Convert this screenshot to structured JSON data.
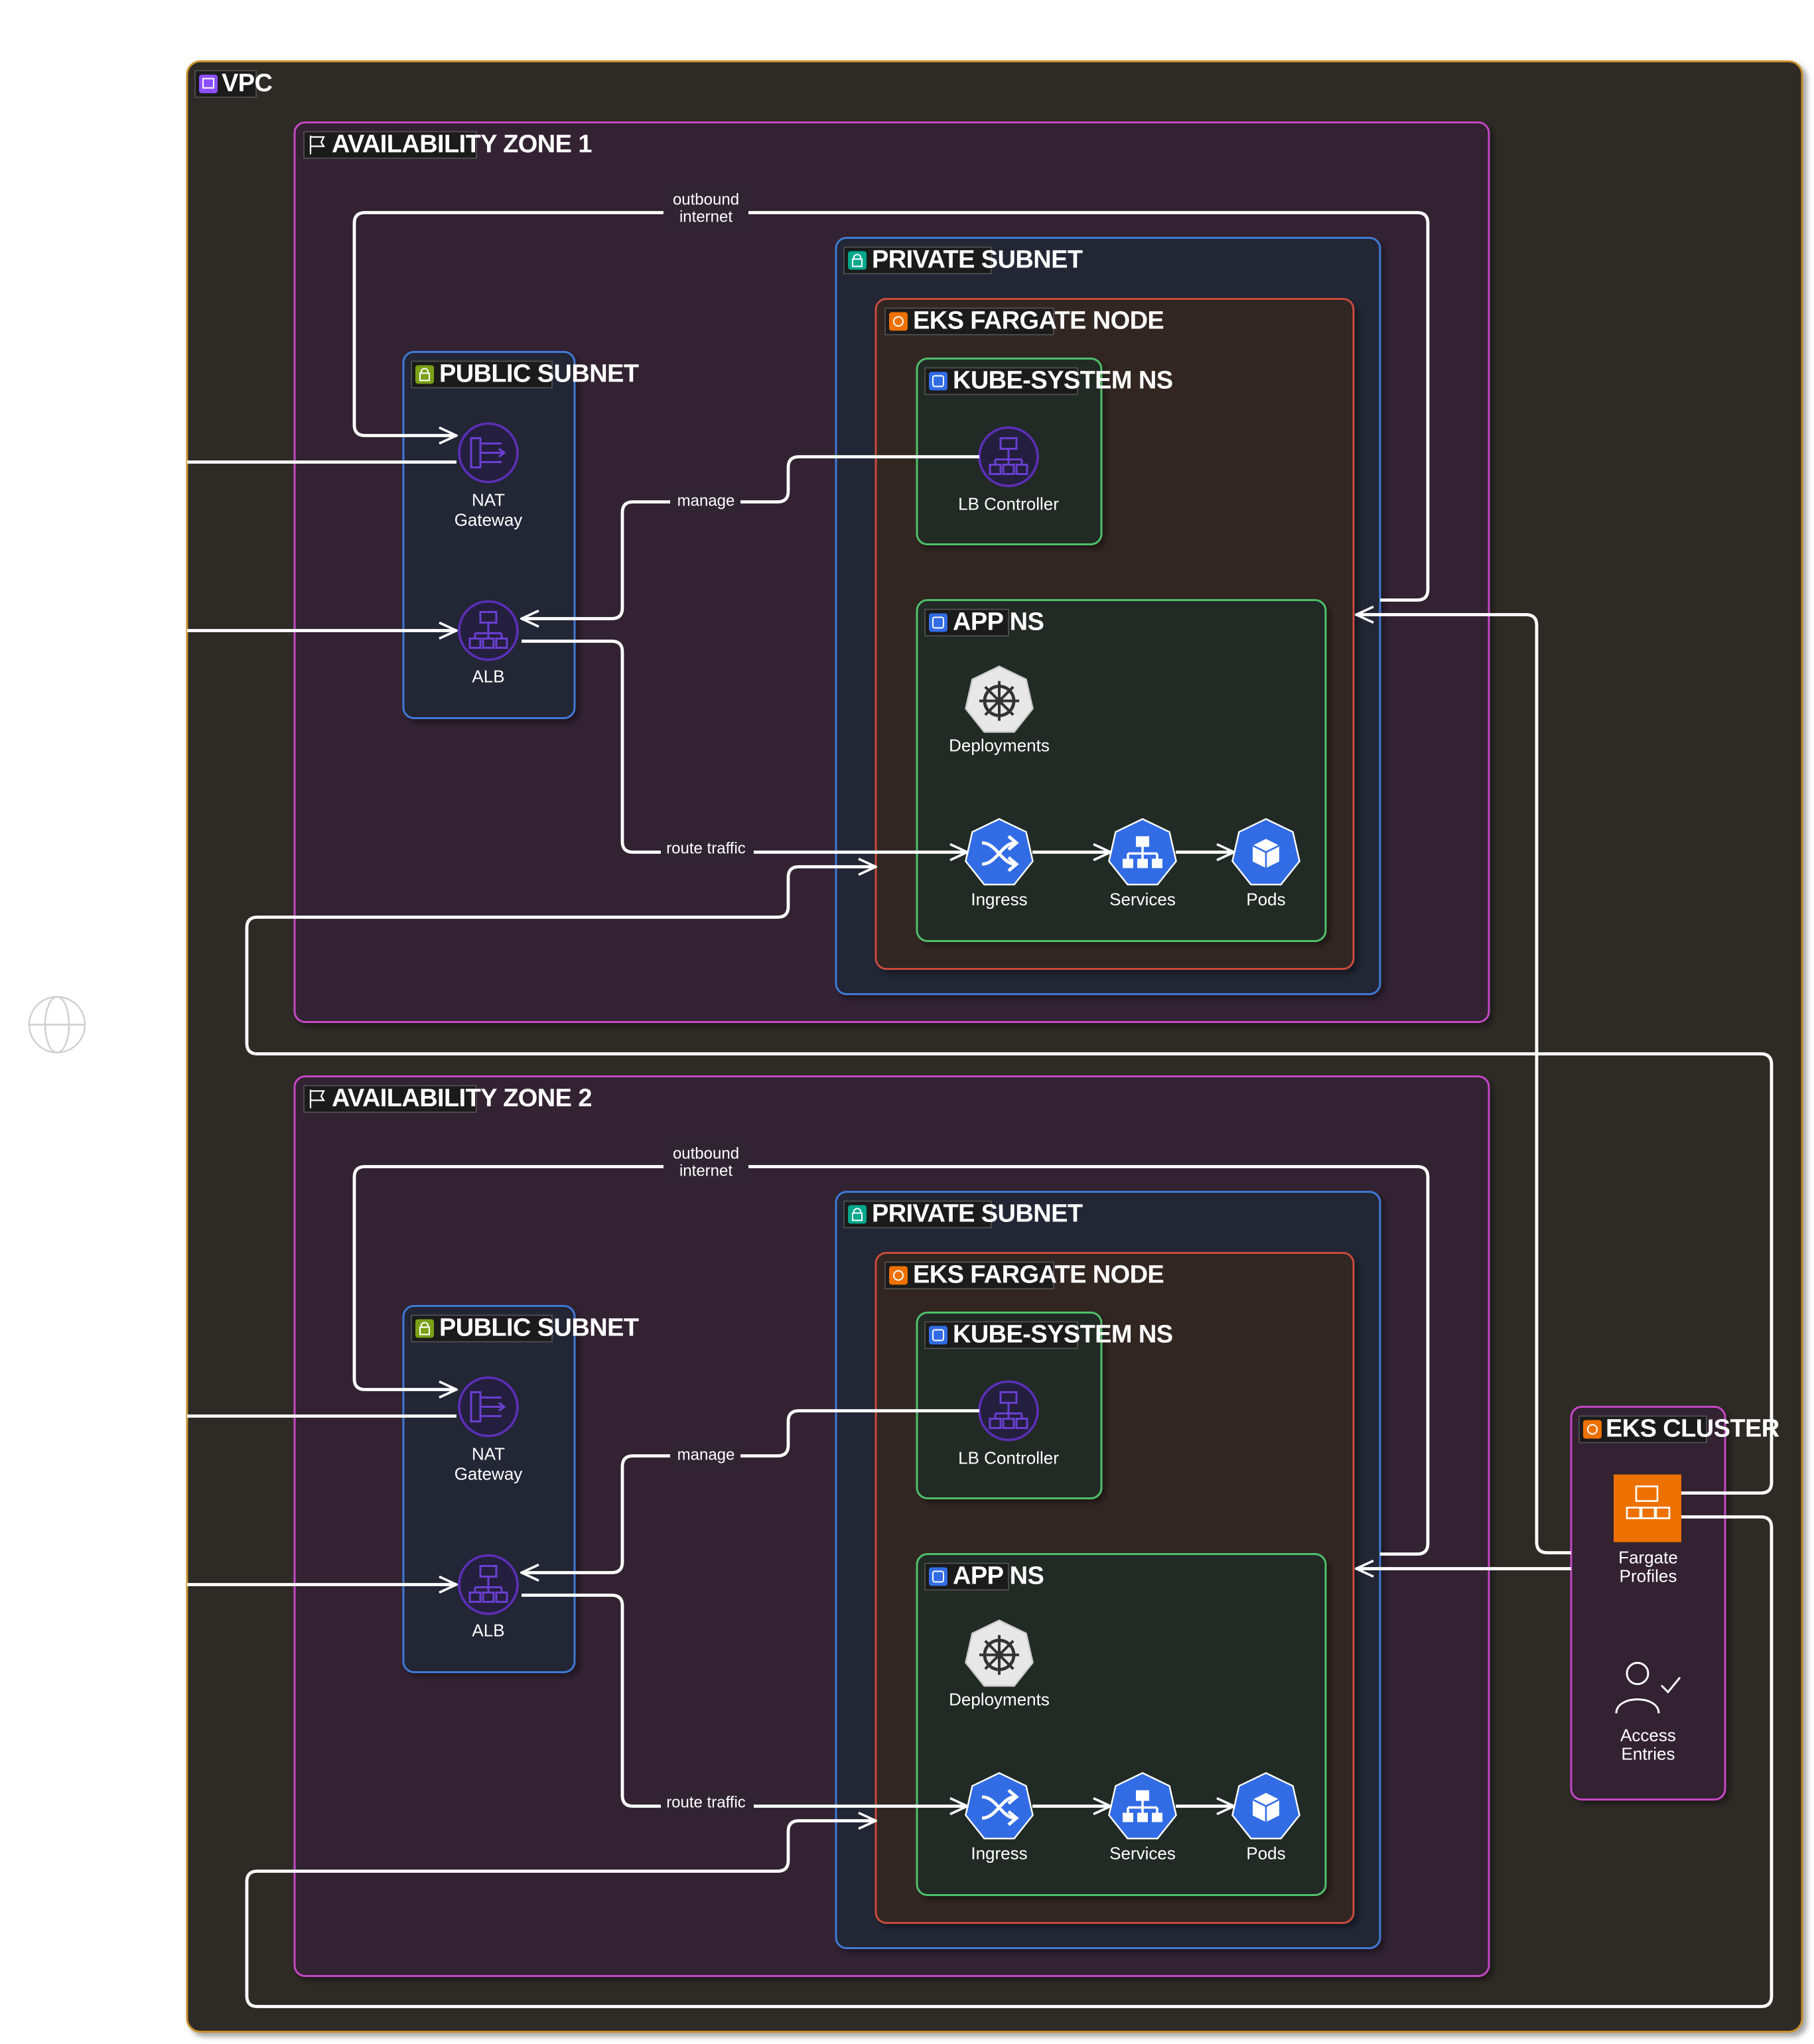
{
  "vpc": {
    "label": "VPC"
  },
  "zones": [
    {
      "label": "AVAILABILITY ZONE 1",
      "public_subnet": {
        "label": "PUBLIC SUBNET",
        "nat": [
          "NAT",
          "Gateway"
        ],
        "alb": "ALB"
      },
      "private_subnet": {
        "label": "PRIVATE SUBNET"
      },
      "fargate_node": {
        "label": "EKS FARGATE NODE"
      },
      "kube_system_ns": {
        "label": "KUBE-SYSTEM NS",
        "lb_controller": "LB Controller"
      },
      "app_ns": {
        "label": "APP NS",
        "deployments": "Deployments",
        "ingress": "Ingress",
        "services": "Services",
        "pods": "Pods"
      },
      "edges": {
        "outbound": [
          "outbound",
          "internet"
        ],
        "manage": "manage",
        "route": "route traffic"
      }
    },
    {
      "label": "AVAILABILITY ZONE 2",
      "public_subnet": {
        "label": "PUBLIC SUBNET",
        "nat": [
          "NAT",
          "Gateway"
        ],
        "alb": "ALB"
      },
      "private_subnet": {
        "label": "PRIVATE SUBNET"
      },
      "fargate_node": {
        "label": "EKS FARGATE NODE"
      },
      "kube_system_ns": {
        "label": "KUBE-SYSTEM NS",
        "lb_controller": "LB Controller"
      },
      "app_ns": {
        "label": "APP NS",
        "deployments": "Deployments",
        "ingress": "Ingress",
        "services": "Services",
        "pods": "Pods"
      },
      "edges": {
        "outbound": [
          "outbound",
          "internet"
        ],
        "manage": "manage",
        "route": "route traffic"
      }
    }
  ],
  "eks_cluster": {
    "label": "EKS CLUSTER",
    "fargate_profiles": [
      "Fargate",
      "Profiles"
    ],
    "access_entries": [
      "Access",
      "Entries"
    ]
  },
  "colors": {
    "vpc_border": "#c8902e",
    "zone_border": "#c447c4",
    "subnet_border": "#3f79d6",
    "fargate_node_border": "#c84c3e",
    "namespace_border": "#4fbf6a",
    "public_subnet_tag": "#7aa116",
    "private_subnet_tag": "#01a88d",
    "fargate_tag": "#ed7100",
    "k8s_blue": "#326ce5",
    "network_purple": "#5b2fb6"
  },
  "icons": [
    "vpc-icon",
    "flag-icon",
    "lock-icon",
    "fargate-icon",
    "namespace-icon",
    "nat-gateway-icon",
    "alb-icon",
    "kubernetes-helm-icon",
    "ingress-icon",
    "services-icon",
    "pod-icon",
    "globe-icon",
    "access-entries-icon"
  ]
}
